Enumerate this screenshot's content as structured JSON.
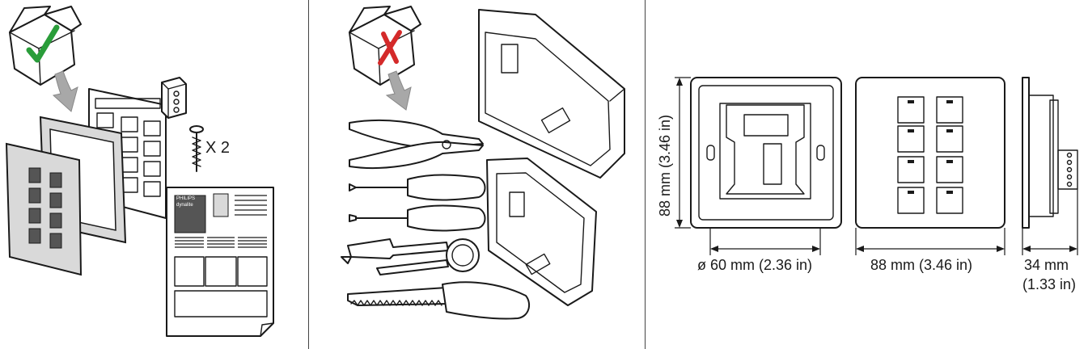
{
  "kit_panel": {
    "screw_quantity": "X 2",
    "doc_brand_line1": "PHILIPS",
    "doc_brand_line2": "dynalite"
  },
  "tools_panel": {},
  "dimensions_panel": {
    "height_label": "88 mm (3.46 in)",
    "fixing_centers_label": "ø 60 mm (2.36 in)",
    "width_label": "88 mm (3.46 in)",
    "depth_label_line1": "34 mm",
    "depth_label_line2": "(1.33 in)"
  },
  "colors": {
    "check_mark": "#2a9d3a",
    "cross_mark": "#d42a2a",
    "arrow_gray": "#a8a8a8",
    "plate_gray": "#d9d9d9",
    "dark_gray": "#555555"
  }
}
